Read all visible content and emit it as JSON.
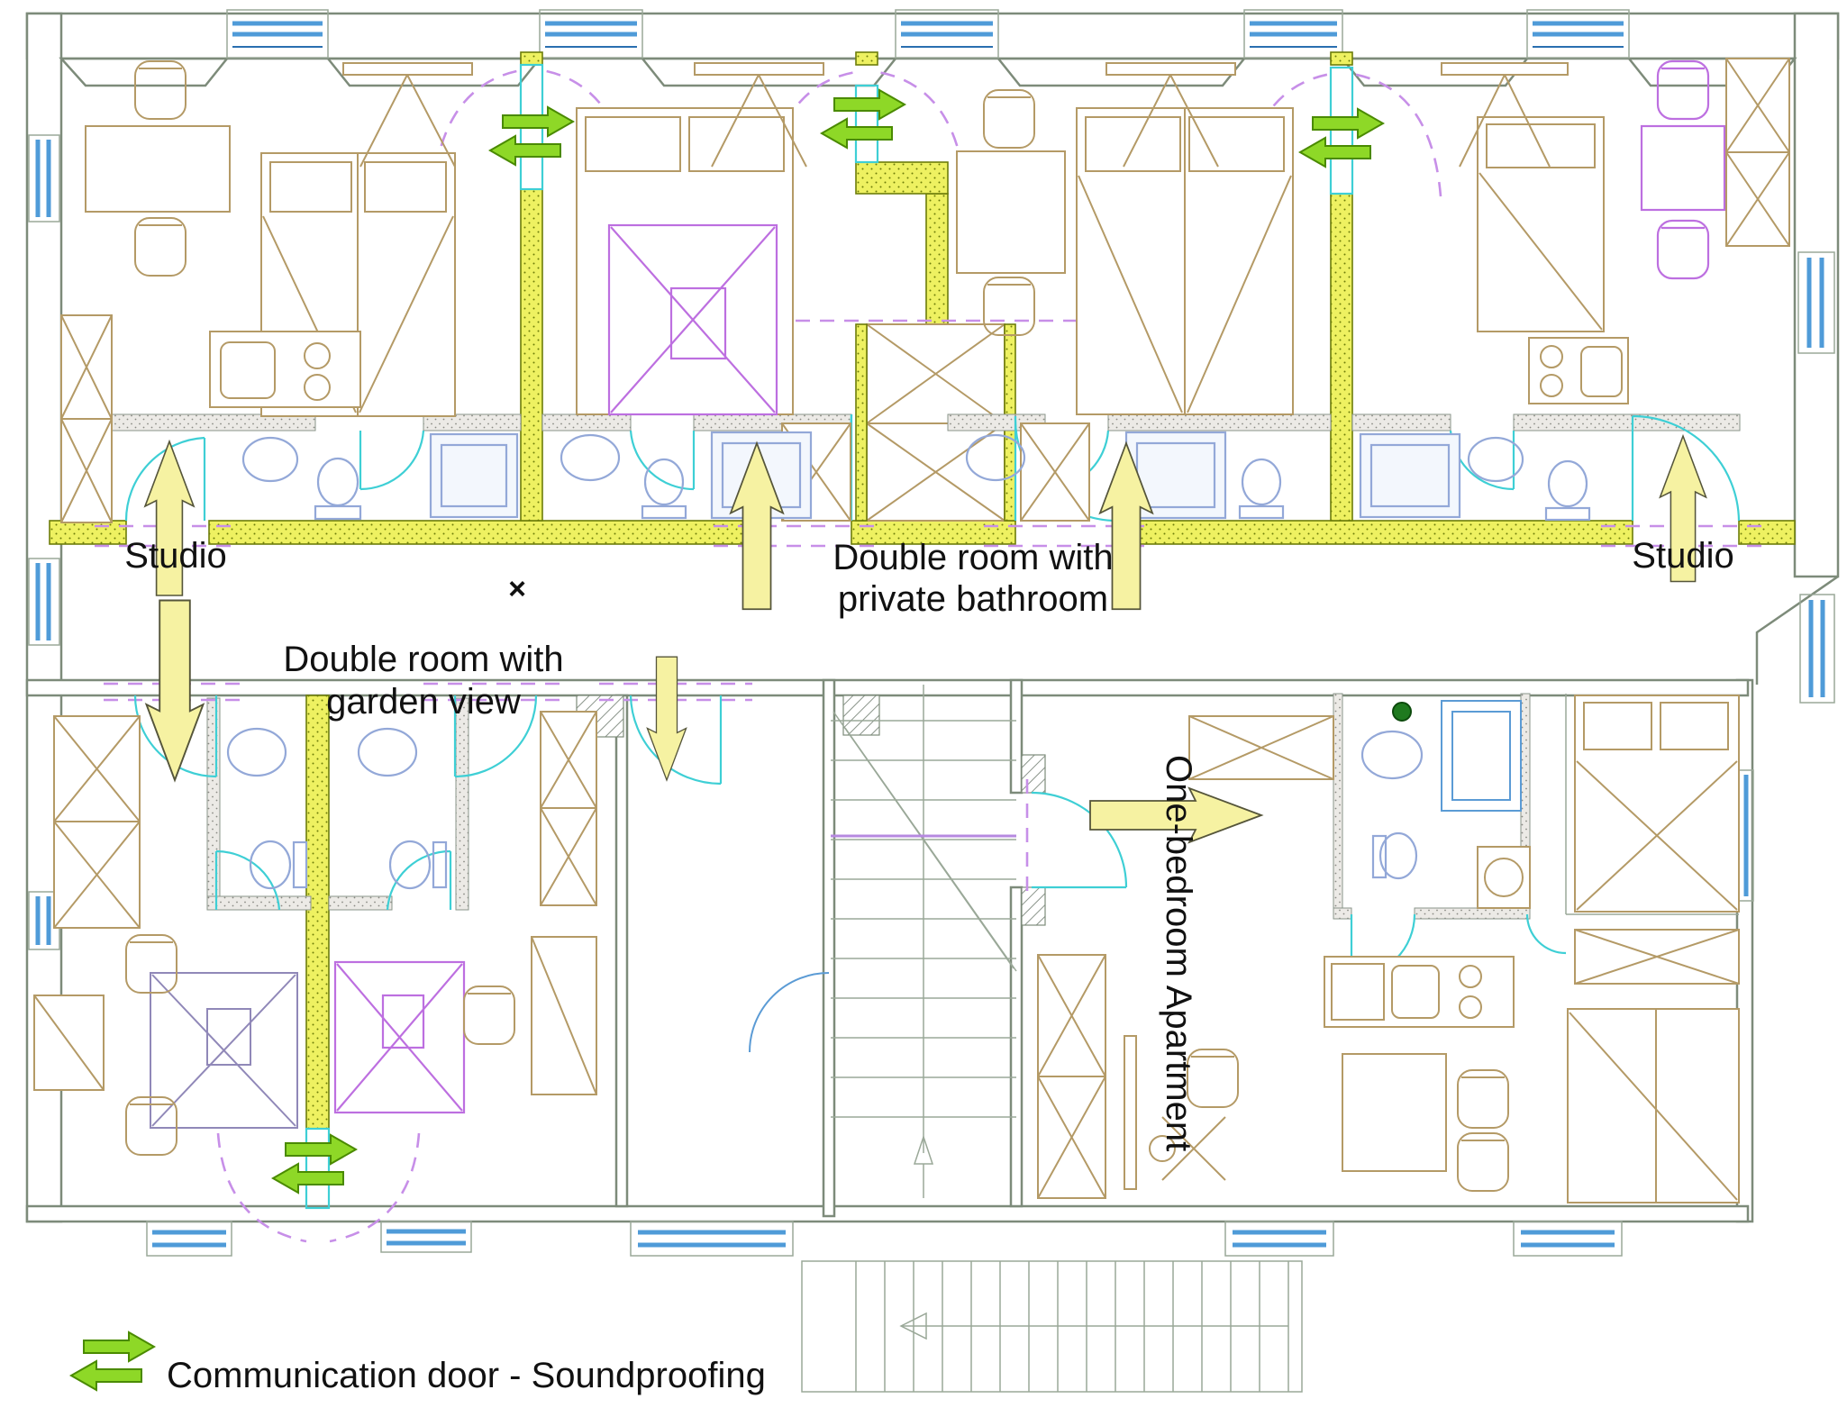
{
  "diagram_type": "architectural floor plan",
  "labels": {
    "studio_left": "Studio",
    "studio_right": "Studio",
    "double_room_private_line1": "Double room with",
    "double_room_private_line2": "private bathroom",
    "double_room_garden_line1": "Double room with",
    "double_room_garden_line2": "garden view",
    "one_bedroom_apartment": "One-bedroom Apartment",
    "x_marker": "×"
  },
  "legend": {
    "symbol": "communication-door-double-arrows",
    "text": "Communication door - Soundproofing"
  },
  "colors": {
    "wall": "#7d8b7a",
    "soundproof_wall": "#edf161",
    "soundproof_border": "#6d7d0a",
    "window": "#4f9bd8",
    "door": "#3ecfd5",
    "furniture": "#b49a66",
    "bath_fixture": "#93a8d8",
    "new_furniture": "#bd6fe0",
    "entrance_arrow": "#f6f2a2",
    "communication_arrow": "#8ed827",
    "text": "#111111"
  }
}
